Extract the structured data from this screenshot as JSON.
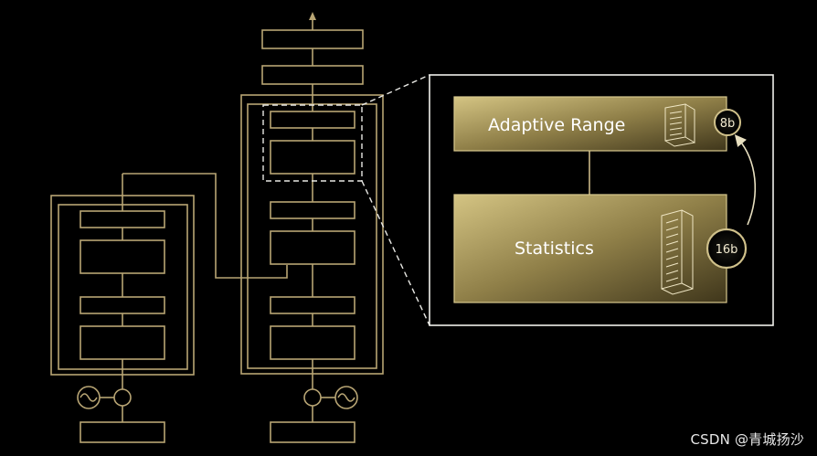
{
  "colors": {
    "background": "#000000",
    "line_gold": "#b8a574",
    "panel_gold_light": "#d4c483",
    "panel_gold_dark": "#4f4422",
    "inset_border": "#f0f0ec",
    "label": "#ffffff",
    "badge_ring": "#cfc08a"
  },
  "inset": {
    "adaptive_range": {
      "label": "Adaptive Range",
      "badge": "8b",
      "icon": "building-icon"
    },
    "statistics": {
      "label": "Statistics",
      "badge": "16b",
      "icon": "tower-icon"
    },
    "arrow": "curved-arrow-16b-to-8b"
  },
  "diagram": {
    "left_column_icon": "sine-wave-circle-icon",
    "right_column_icon": "sine-wave-circle-icon",
    "top_arrow": "output-arrow-icon"
  },
  "watermark": "CSDN @青城扬沙"
}
